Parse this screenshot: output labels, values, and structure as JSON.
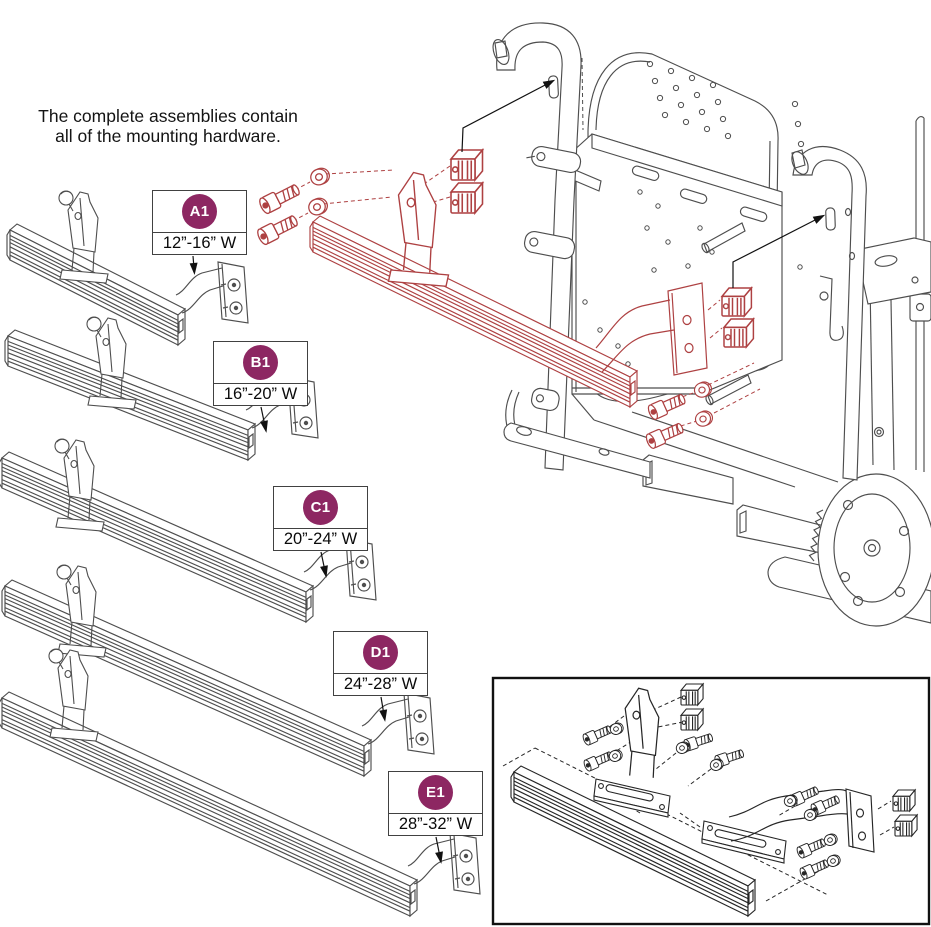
{
  "note": {
    "line1": "The complete assemblies contain",
    "line2": "all of the mounting hardware."
  },
  "assemblies": [
    {
      "id": "A1",
      "width_range": "12”-16” W"
    },
    {
      "id": "B1",
      "width_range": "16”-20” W"
    },
    {
      "id": "C1",
      "width_range": "20”-24” W"
    },
    {
      "id": "D1",
      "width_range": "24”-28” W"
    },
    {
      "id": "E1",
      "width_range": "28”-32” W"
    }
  ],
  "colors": {
    "background": "#ffffff",
    "line_gray": "#4e4e4e",
    "line_dark": "#262626",
    "highlight_red": "#ae4142",
    "badge_magenta": "#8d2762",
    "arrow_black": "#111111"
  }
}
